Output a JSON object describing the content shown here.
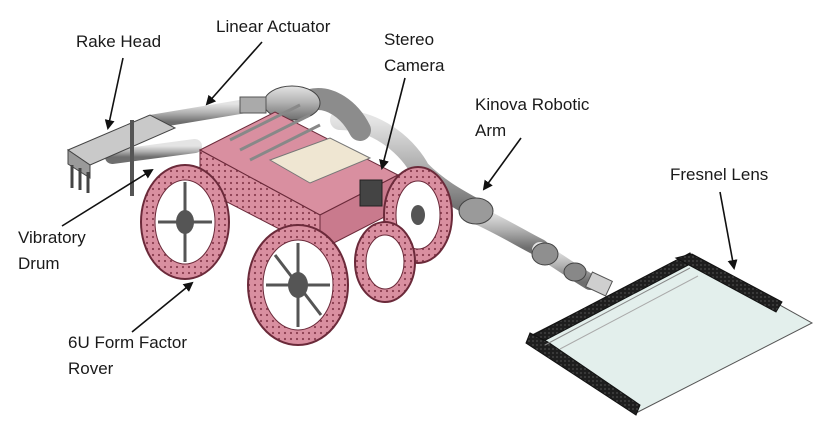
{
  "labels": {
    "rake_head": "Rake Head",
    "linear_actuator": "Linear Actuator",
    "stereo_camera": [
      "Stereo",
      "Camera"
    ],
    "kinova_arm": [
      "Kinova Robotic",
      "Arm"
    ],
    "fresnel_lens": "Fresnel Lens",
    "vibratory_drum": [
      "Vibratory",
      "Drum"
    ],
    "rover": [
      "6U Form Factor",
      "Rover"
    ]
  },
  "colors": {
    "wheel": "#d98fa0",
    "wheel_dark": "#b46478",
    "metal": "#b8b8b8",
    "metal_dark": "#6e6e6e",
    "lens": "#e3efec",
    "frame": "#1e1e1e"
  }
}
